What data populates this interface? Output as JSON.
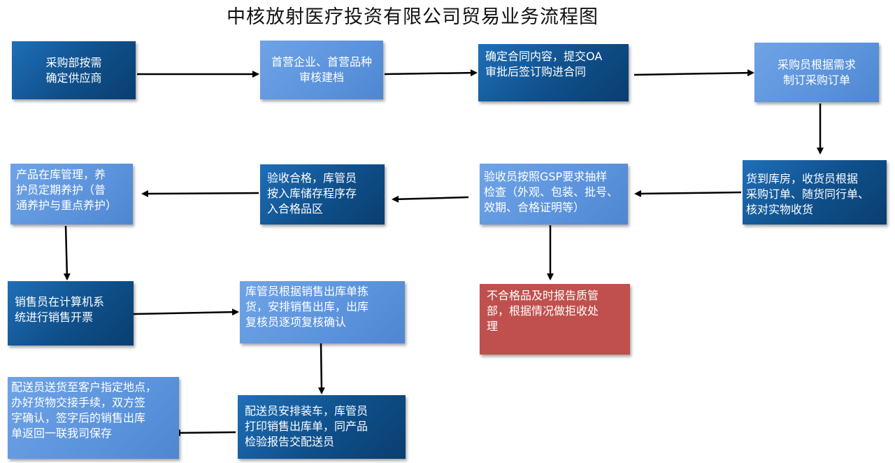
{
  "title": "中核放射医疗投资有限公司贸易业务流程图",
  "steps": {
    "s1": "采购部按需\n确定供应商",
    "s2": "首营企业、首营品种\n审核建档",
    "s3": "确定合同内容，提交OA\n审批后签订购进合同",
    "s4": "采购员根据需求\n制订采购订单",
    "s5": "货到库房，收货员根据\n采购订单、随货同行单、\n核对实物收货",
    "s6": "验收员按照GSP要求抽样\n检查（外观、包装、批号、\n效期、合格证明等）",
    "s7": "验收合格，库管员\n按入库储存程序存\n入合格品区",
    "s8": "产品在库管理，养\n护员定期养护（普\n通养护与重点养护）",
    "s9": "不合格品及时报告质管\n部，根据情况做拒收处\n理",
    "s10": "销售员在计算机系\n统进行销售开票",
    "s11": "库管员根据销售出库单拣\n货，安排销售出库，出库\n复核员逐项复核确认",
    "s12": "配送员安排装车，库管员\n打印销售出库单，同产品\n检验报告交配送员",
    "s13": "配送员送货至客户指定地点，\n办好货物交接手续，双方签\n字确认，签字后的销售出库\n单返回一联我司保存"
  },
  "colors": {
    "dark": "#0f4f8a",
    "light": "#5b93dc",
    "reject": "#c0504d",
    "arrow": "#000000"
  }
}
